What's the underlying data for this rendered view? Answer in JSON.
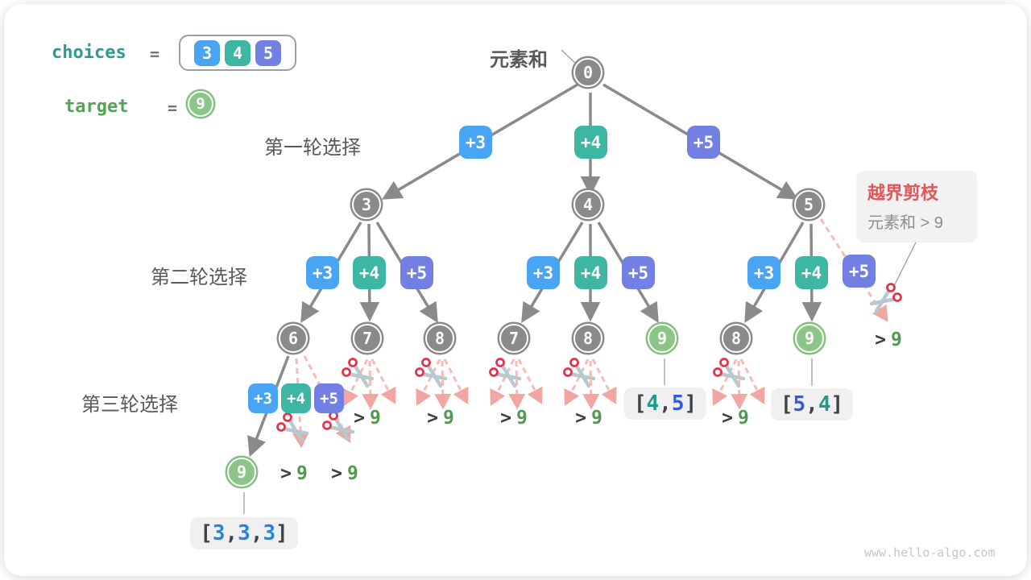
{
  "legend": {
    "choices_label": "choices",
    "equals": "=",
    "choices": [
      "3",
      "4",
      "5"
    ],
    "target_label": "target",
    "target_value": "9"
  },
  "labels": {
    "sum_label": "元素和",
    "round1": "第一轮选择",
    "round2": "第二轮选择",
    "round3": "第三轮选择"
  },
  "plus": {
    "p3": "+3",
    "p4": "+4",
    "p5": "+5"
  },
  "nodes": {
    "root": "0",
    "l1": [
      "3",
      "4",
      "5"
    ],
    "l2": [
      "6",
      "7",
      "8",
      "7",
      "8",
      "9",
      "8",
      "9"
    ],
    "l3": [
      "9"
    ]
  },
  "prune": {
    "title": "越界剪枝",
    "desc": "元素和 > 9",
    "gt": ">",
    "nine": "9"
  },
  "results": {
    "r45": {
      "open": "[",
      "a": "4",
      "comma": ",",
      "b": "5",
      "close": "]"
    },
    "r54": {
      "open": "[",
      "a": "5",
      "comma": ",",
      "b": "4",
      "close": "]"
    },
    "r333": {
      "open": "[",
      "a": "3",
      "c1": ",",
      "b": "3",
      "c2": ",",
      "c": "3",
      "close": "]"
    }
  },
  "watermark": "www.hello-algo.com",
  "colors": {
    "blue": "#49A4F4",
    "teal": "#3DB6A4",
    "purple": "#7180E2",
    "node_gray": "#8A8A8A",
    "node_green": "#8CC687",
    "prune_red": "#E0575C",
    "dash_pink": "#F6BCB8",
    "digit_blue": "#2386DE",
    "digit_teal": "#1F998C",
    "digit_royal": "#3558DE",
    "gt_green": "#4E9B50"
  }
}
